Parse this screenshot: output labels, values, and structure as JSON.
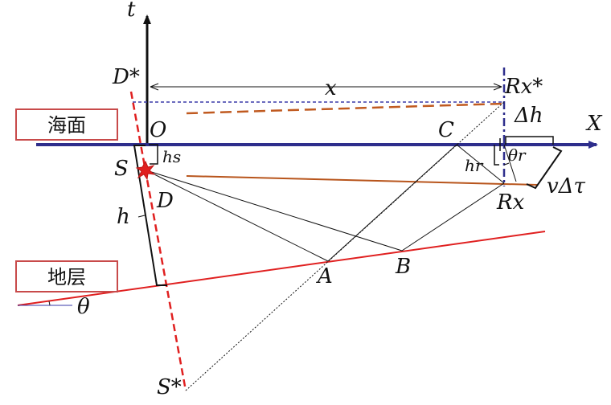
{
  "boxes": {
    "sea_surface": "海面",
    "stratum": "地层"
  },
  "labels": {
    "t_axis": "t",
    "x_axis": "X",
    "D_star": "D*",
    "x_dist": "x",
    "Rx_star": "Rx*",
    "O": "O",
    "C": "C",
    "delta_h": "Δh",
    "S": "S",
    "hs": "hs",
    "D": "D",
    "hr": "hr",
    "theta_r": "θr",
    "v_delta_tau": "vΔτ",
    "Rx": "Rx",
    "h": "h",
    "A": "A",
    "B": "B",
    "theta": "θ",
    "S_star": "S*"
  },
  "colors": {
    "axis_blue": "#2e2e8c",
    "red": "#e02020",
    "dark_orange": "#b8551c",
    "black": "#111111"
  }
}
